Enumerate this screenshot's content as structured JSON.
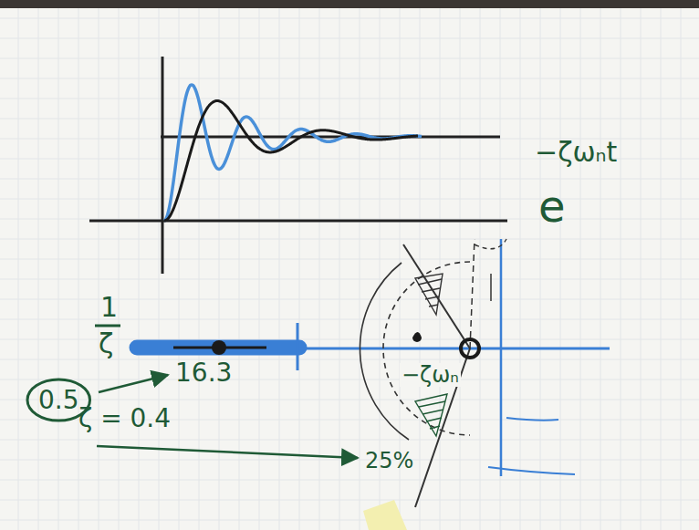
{
  "diagram": {
    "nodes": [
      {
        "text": [
          "0.5"
        ]
      }
    ],
    "labels": [
      "−ζωₙt",
      "e",
      "1",
      "ζ",
      "16.3",
      "ζ = 0.4",
      "25%",
      "−ζωₙ"
    ]
  }
}
